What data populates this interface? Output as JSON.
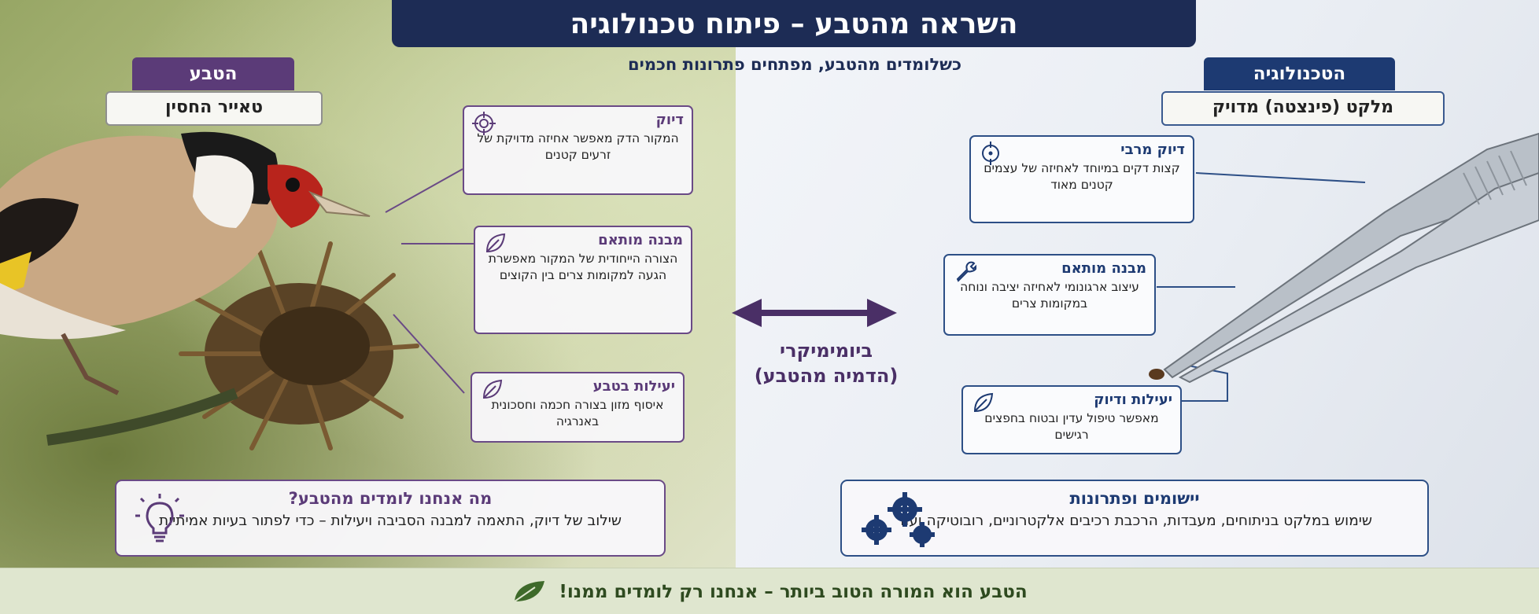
{
  "header": {
    "title": "השראה מהטבע – פיתוח טכנולוגיה",
    "subtitle": "כשלומדים מהטבע, מפתחים פתרונות חכמים"
  },
  "nature": {
    "category": "הטבע",
    "label": "טאייר החסין",
    "cards": [
      {
        "title": "דיוק",
        "body": "המקור הדק מאפשר אחיזה מדויקת של זרעים קטנים",
        "icon": "target-icon"
      },
      {
        "title": "מבנה מותאם",
        "body": "הצורה הייחודית של המקור מאפשרת הגעה למקומות צרים בין הקוצים",
        "icon": "leaf-icon"
      },
      {
        "title": "יעילות בטבע",
        "body": "איסוף מזון בצורה חכמה וחסכונית באנרגיה",
        "icon": "leaf-icon"
      }
    ],
    "bottom": {
      "title": "מה אנחנו לומדים מהטבע?",
      "body": "שילוב של דיוק, התאמה למבנה הסביבה ויעילות – כדי לפתור בעיות אמיתיות",
      "icon": "lightbulb-icon"
    }
  },
  "center": {
    "label_line1": "ביומימיקרי",
    "label_line2": "(הדמיה מהטבע)",
    "icon": "double-arrow-icon"
  },
  "technology": {
    "category": "הטכנולוגיה",
    "label": "מלקט (פינצטה) מדויק",
    "cards": [
      {
        "title": "דיוק מרבי",
        "body": "קצות דקים במיוחד לאחיזה של עצמים קטנים מאוד",
        "icon": "crosshair-icon"
      },
      {
        "title": "מבנה מותאם",
        "body": "עיצוב ארגונומי לאחיזה יציבה ונוחה במקומות צרים",
        "icon": "wrench-icon"
      },
      {
        "title": "יעילות ודיוק",
        "body": "מאפשר טיפול עדין ובטוח בחפצים רגישים",
        "icon": "leaf-icon"
      }
    ],
    "bottom": {
      "title": "יישומים ופתרונות",
      "body": "שימוש במלקט בניתוחים, מעבדות, הרכבת רכיבים אלקטרוניים, רובוטיקה ועוד",
      "icon": "gears-icon"
    }
  },
  "footer": {
    "text": "הטבע הוא המורה הטוב ביותר – אנחנו רק לומדים ממנו!",
    "icon": "leaf-icon"
  },
  "colors": {
    "nature_accent": "#5b3b78",
    "tech_accent": "#1d3a72",
    "title_bar": "#1d2c55",
    "footer_bg": "#dfe6cf"
  }
}
